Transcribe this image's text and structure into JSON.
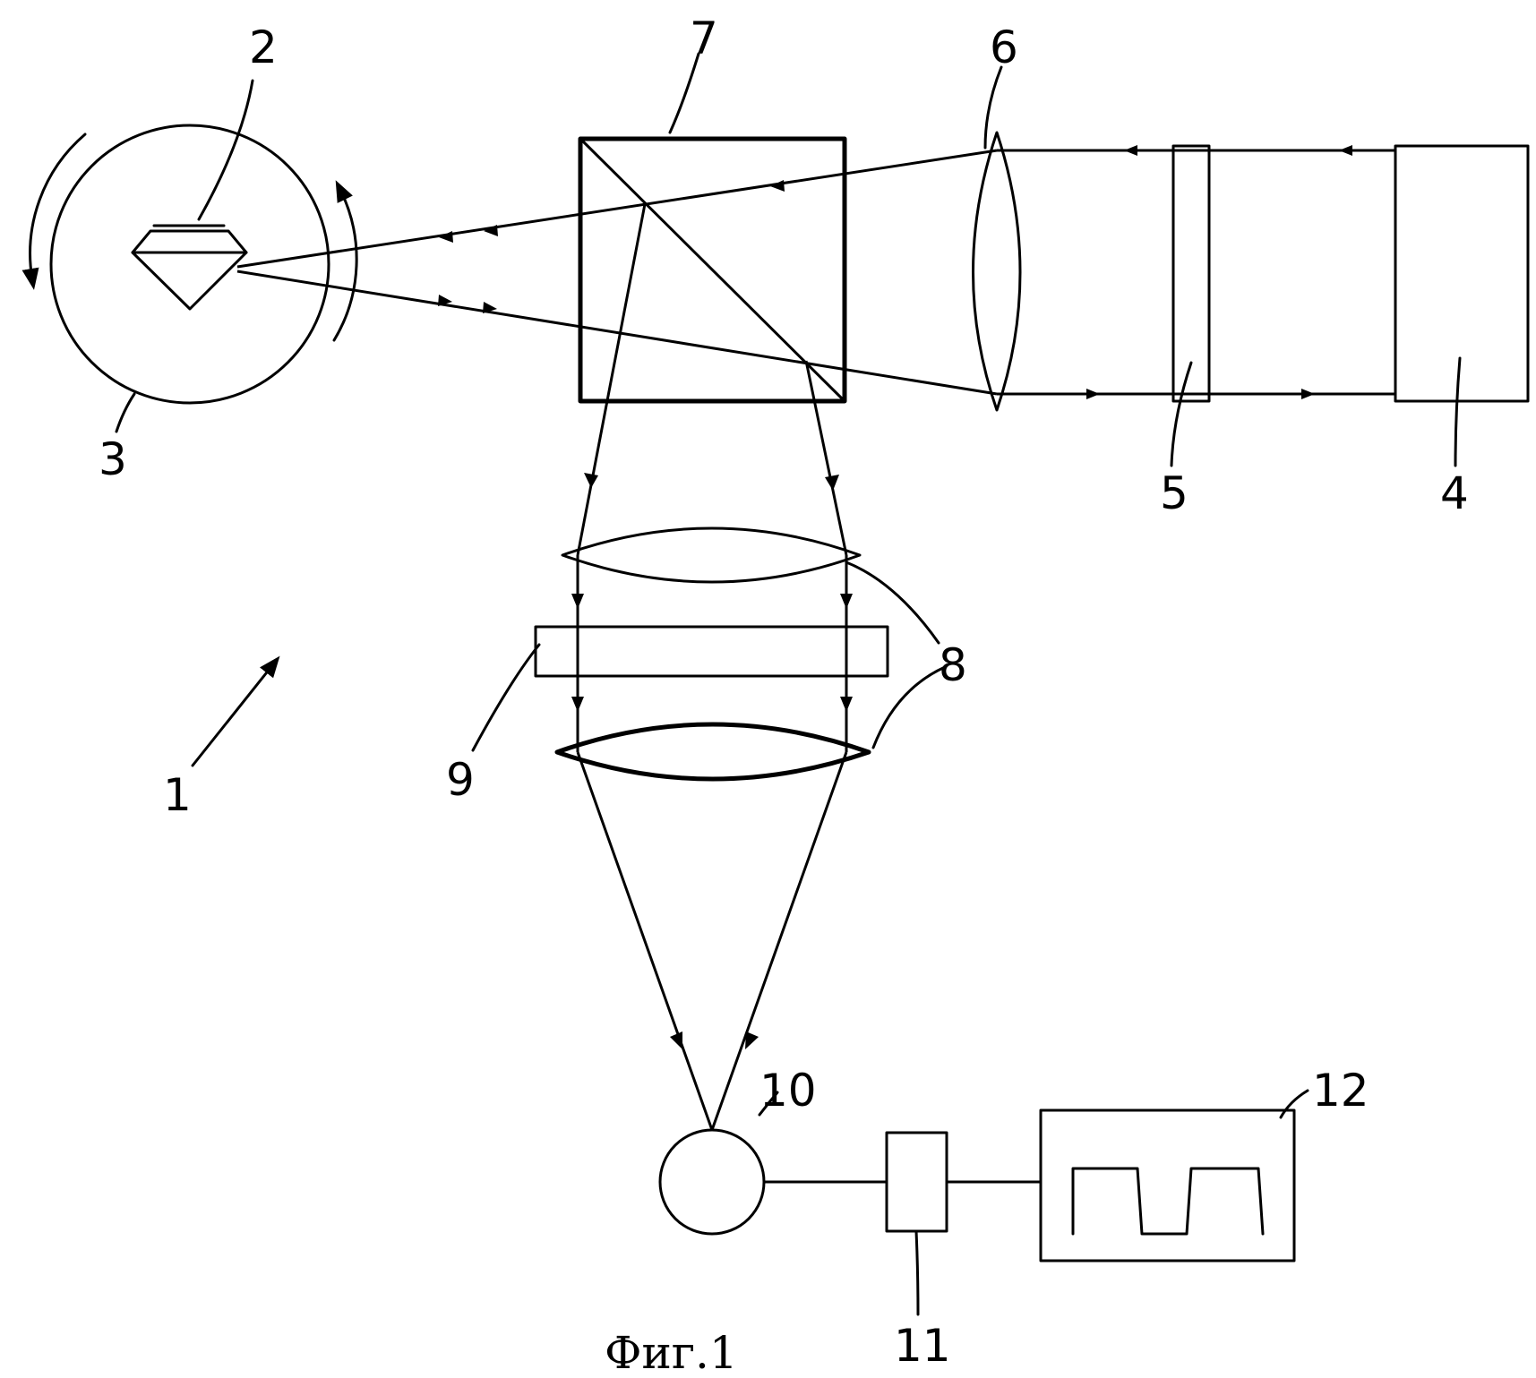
{
  "labels": {
    "l1": "1",
    "l2": "2",
    "l3": "3",
    "l4": "4",
    "l5": "5",
    "l6": "6",
    "l7": "7",
    "l8a": "8",
    "l8b": "8",
    "l9": "9",
    "l10": "10",
    "l11": "11",
    "l12": "12"
  },
  "caption": "Фиг.1"
}
